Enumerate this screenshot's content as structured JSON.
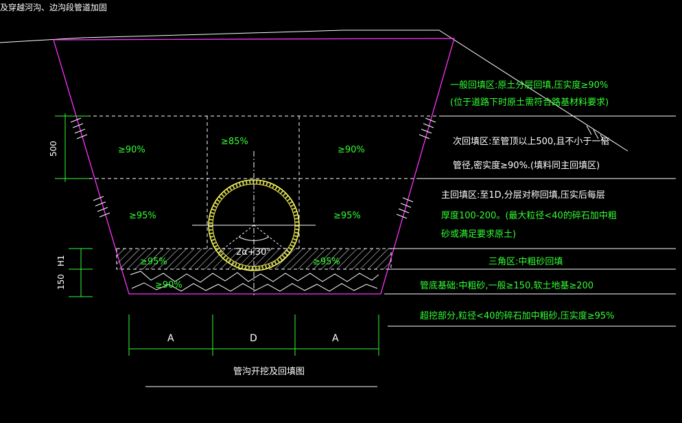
{
  "header": {
    "title": "及穿越河沟、边沟段管道加固"
  },
  "dimensions": {
    "backfill_top": "500",
    "h1": "H1",
    "bed": "150",
    "a_left": "A",
    "d": "D",
    "a_right": "A"
  },
  "zones": {
    "top_left": "≥90%",
    "top_center": "≥85%",
    "top_right": "≥90%",
    "mid_left": "≥95%",
    "mid_right": "≥95%",
    "bed_left": "≥95%",
    "bed_right": "≥95%",
    "base_left": "≥90%",
    "angle": "2α+30°"
  },
  "notes": {
    "general_1": "一般回填区:原土分层回填,压实度≥90%",
    "general_2": "(位于道路下时原土需符合路基材料要求)",
    "secondary_1": "次回填区:至管顶以上500,且不小于一倍",
    "secondary_2": "管径,密实度≥90%.(填料同主回填区)",
    "main_1": "主回填区:至1D,分层对称回填,压实后每层",
    "main_2": "厚度100-200。(最大粒径<40的碎石加中粗",
    "main_3": "砂或满足要求原土)",
    "triangle": "三角区:中粗砂回填",
    "bedding": "管底基础:中粗砂,一般≥150,软土地基≥200",
    "overdig": "超挖部分,粒径<40的碎石加中粗砂,压实度≥95%"
  },
  "caption": "管沟开挖及回填图",
  "colors": {
    "background": "#000000",
    "line": "#ffffff",
    "annotation": "#33ff33",
    "trench": "#ff33ff",
    "pipe": "#ffff66"
  }
}
